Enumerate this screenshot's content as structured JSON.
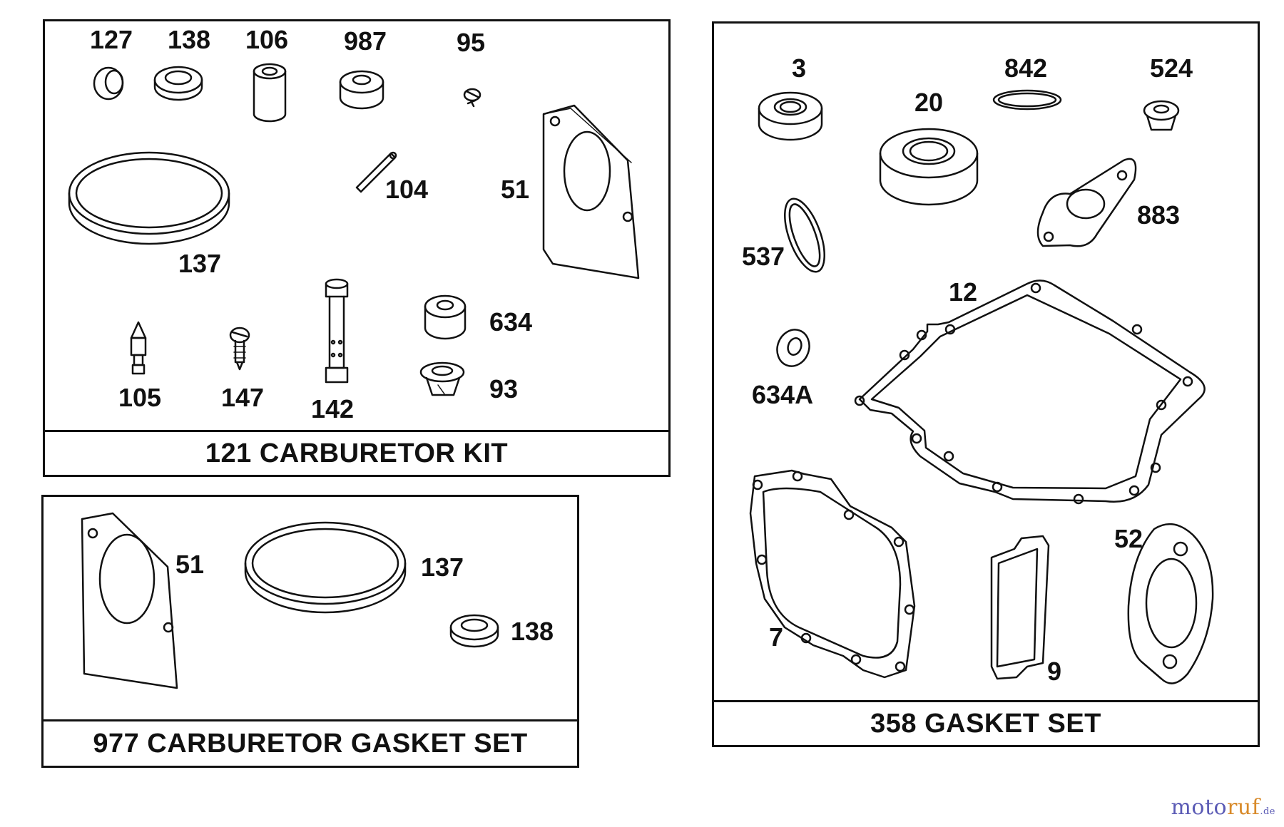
{
  "kits": {
    "carburetor_kit": {
      "caption": "121 CARBURETOR KIT"
    },
    "carburetor_gasket_set": {
      "caption": "977 CARBURETOR GASKET SET"
    },
    "gasket_set": {
      "caption": "358 GASKET SET"
    }
  },
  "labels": {
    "p127": "127",
    "p138": "138",
    "p106": "106",
    "p987": "987",
    "p95": "95",
    "p104": "104",
    "p51": "51",
    "p137": "137",
    "p634": "634",
    "p93": "93",
    "p105": "105",
    "p147": "147",
    "p142": "142",
    "g51": "51",
    "g137": "137",
    "g138": "138",
    "s3": "3",
    "s20": "20",
    "s842": "842",
    "s524": "524",
    "s537": "537",
    "s883": "883",
    "s12": "12",
    "s634A": "634A",
    "s7": "7",
    "s9": "9",
    "s52": "52"
  },
  "watermark": {
    "part1": "moto",
    "part2": "ruf",
    "suffix": ".de"
  },
  "colors": {
    "line": "#111111",
    "watermark_blue": "#5b5bb5",
    "watermark_orange": "#d88a2a"
  }
}
